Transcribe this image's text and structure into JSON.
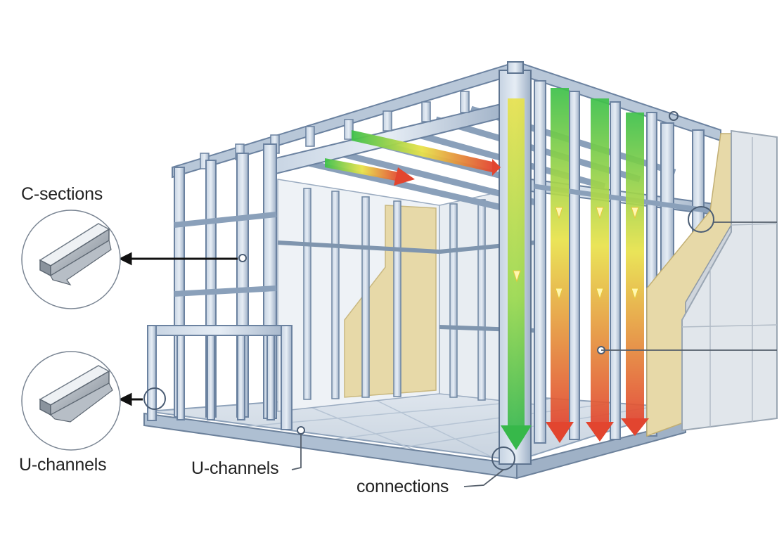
{
  "labels": {
    "c_sections": "C-sections",
    "u_channels_left": "U-channels",
    "u_channels_bottom": "U-channels",
    "connections": "connections"
  },
  "colors": {
    "steel": "#9fb3cc",
    "steel_dark": "#5f7591",
    "steel_light": "#dfe8f2",
    "insulation": "#e7d9a8",
    "panel": "#e4e9ee",
    "load_green": "#3cc04a",
    "load_yellow": "#e8e24a",
    "load_red": "#e2452f",
    "callout_line": "#111111"
  },
  "icons": [
    "c-section-profile-icon",
    "u-channel-profile-icon",
    "load-arrow-icon",
    "connection-circle-icon"
  ]
}
